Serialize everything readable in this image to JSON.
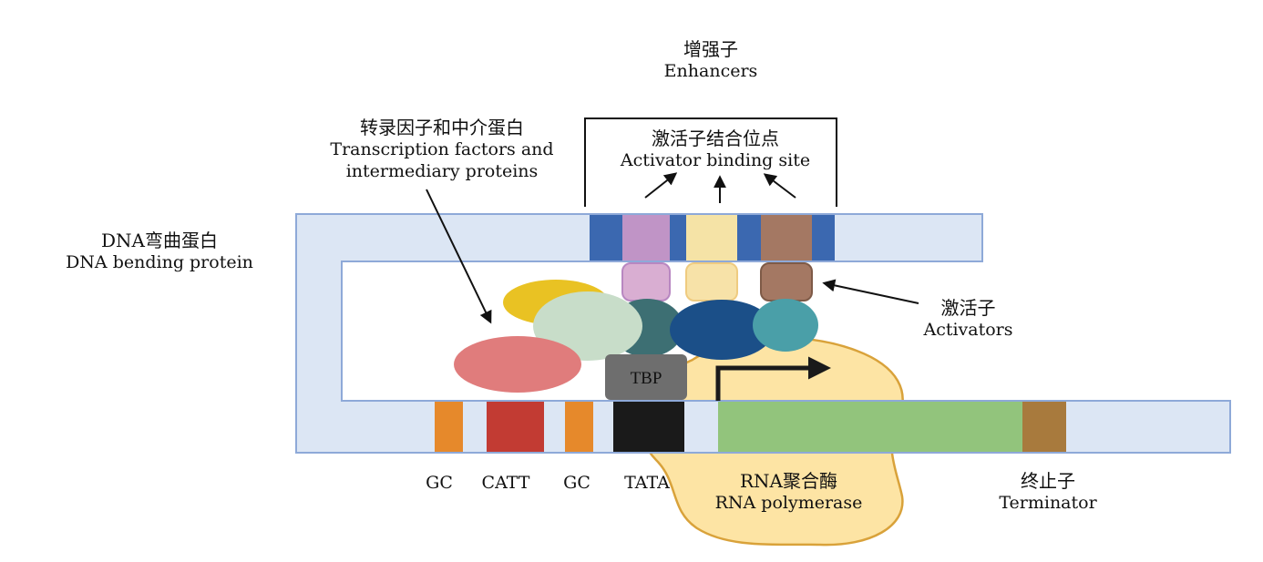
{
  "enhancers": {
    "zh": "增强子",
    "en": "Enhancers"
  },
  "activator_site": {
    "zh": "激活子结合位点",
    "en": "Activator binding site"
  },
  "transcription_factors": {
    "zh": "转录因子和中介蛋白",
    "en_line1": "Transcription factors and",
    "en_line2": "intermediary proteins"
  },
  "dna_bending": {
    "zh": "DNA弯曲蛋白",
    "en": "DNA bending protein"
  },
  "activators": {
    "zh": "激活子",
    "en": "Activators"
  },
  "tbp": "TBP",
  "elements": {
    "gc1": "GC",
    "catt": "CATT",
    "gc2": "GC",
    "tata": "TATA"
  },
  "rna_pol": {
    "zh": "RNA聚合酶",
    "en": "RNA polymerase"
  },
  "terminator": {
    "zh": "终止子",
    "en": "Terminator"
  },
  "colors": {
    "dna_fill": "#dce6f4",
    "dna_stroke": "#8ea9d8",
    "enhancer_blue": "#3b68b0",
    "activator_purple": "#c094c6",
    "activator_yellow": "#f5e3a6",
    "activator_brown": "#a47863",
    "gc_orange": "#e6892b",
    "catt_red": "#c23b33",
    "tata_black": "#1a1a1a",
    "coding_green": "#92c47c",
    "terminator_brown": "#a87a3d",
    "polymerase": "#fde4a4",
    "tbp_gray": "#6e6e6e"
  }
}
